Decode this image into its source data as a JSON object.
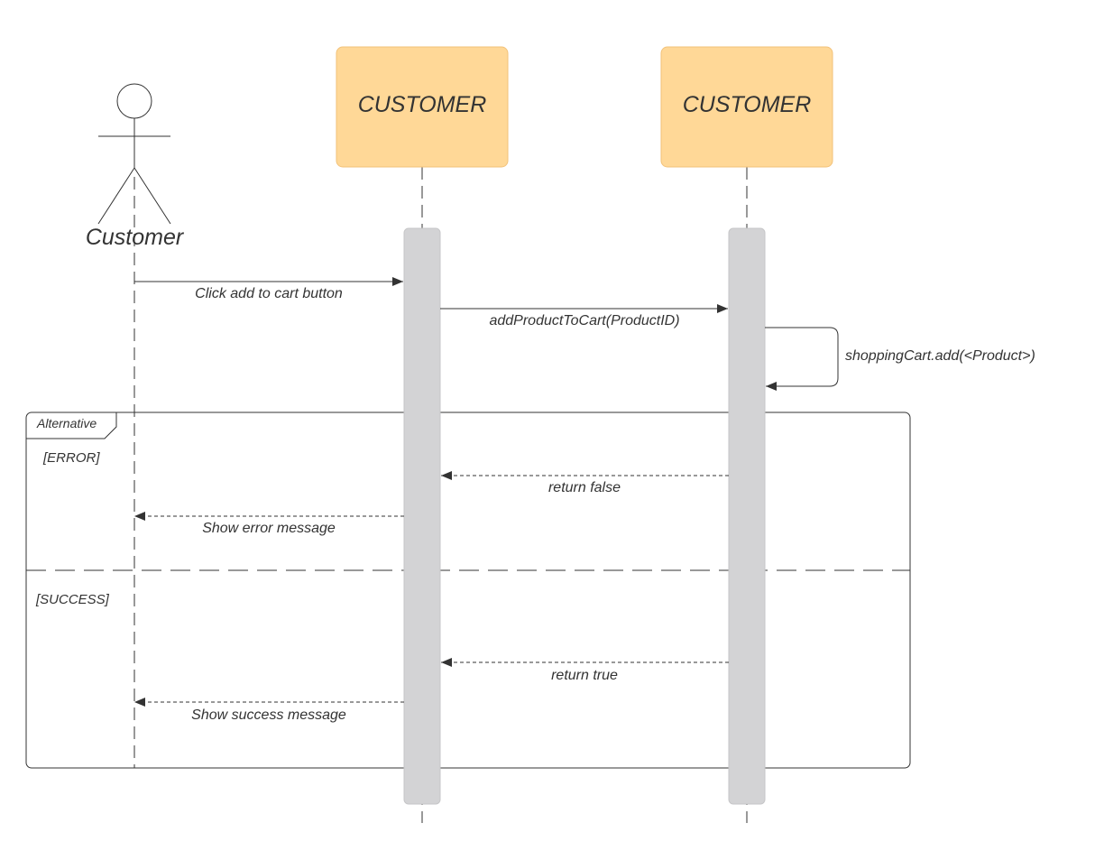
{
  "colors": {
    "participant_fill": "#ffd897",
    "activation_fill": "#d3d3d5",
    "stroke": "#333333",
    "background": "#ffffff"
  },
  "actor": {
    "name": "Customer",
    "icon": "stick-figure-icon"
  },
  "participants": [
    {
      "label": "CUSTOMER"
    },
    {
      "label": "CUSTOMER"
    }
  ],
  "messages": {
    "click_add": "Click add to cart button",
    "add_product": "addProductToCart(ProductID)",
    "self_call": "shoppingCart.add(<Product>)",
    "return_false": "return false",
    "show_error": "Show error message",
    "return_true": "return true",
    "show_success": "Show success message"
  },
  "frame": {
    "label": "Alternative",
    "guard_error": "[ERROR]",
    "guard_success": "[SUCCESS]"
  }
}
